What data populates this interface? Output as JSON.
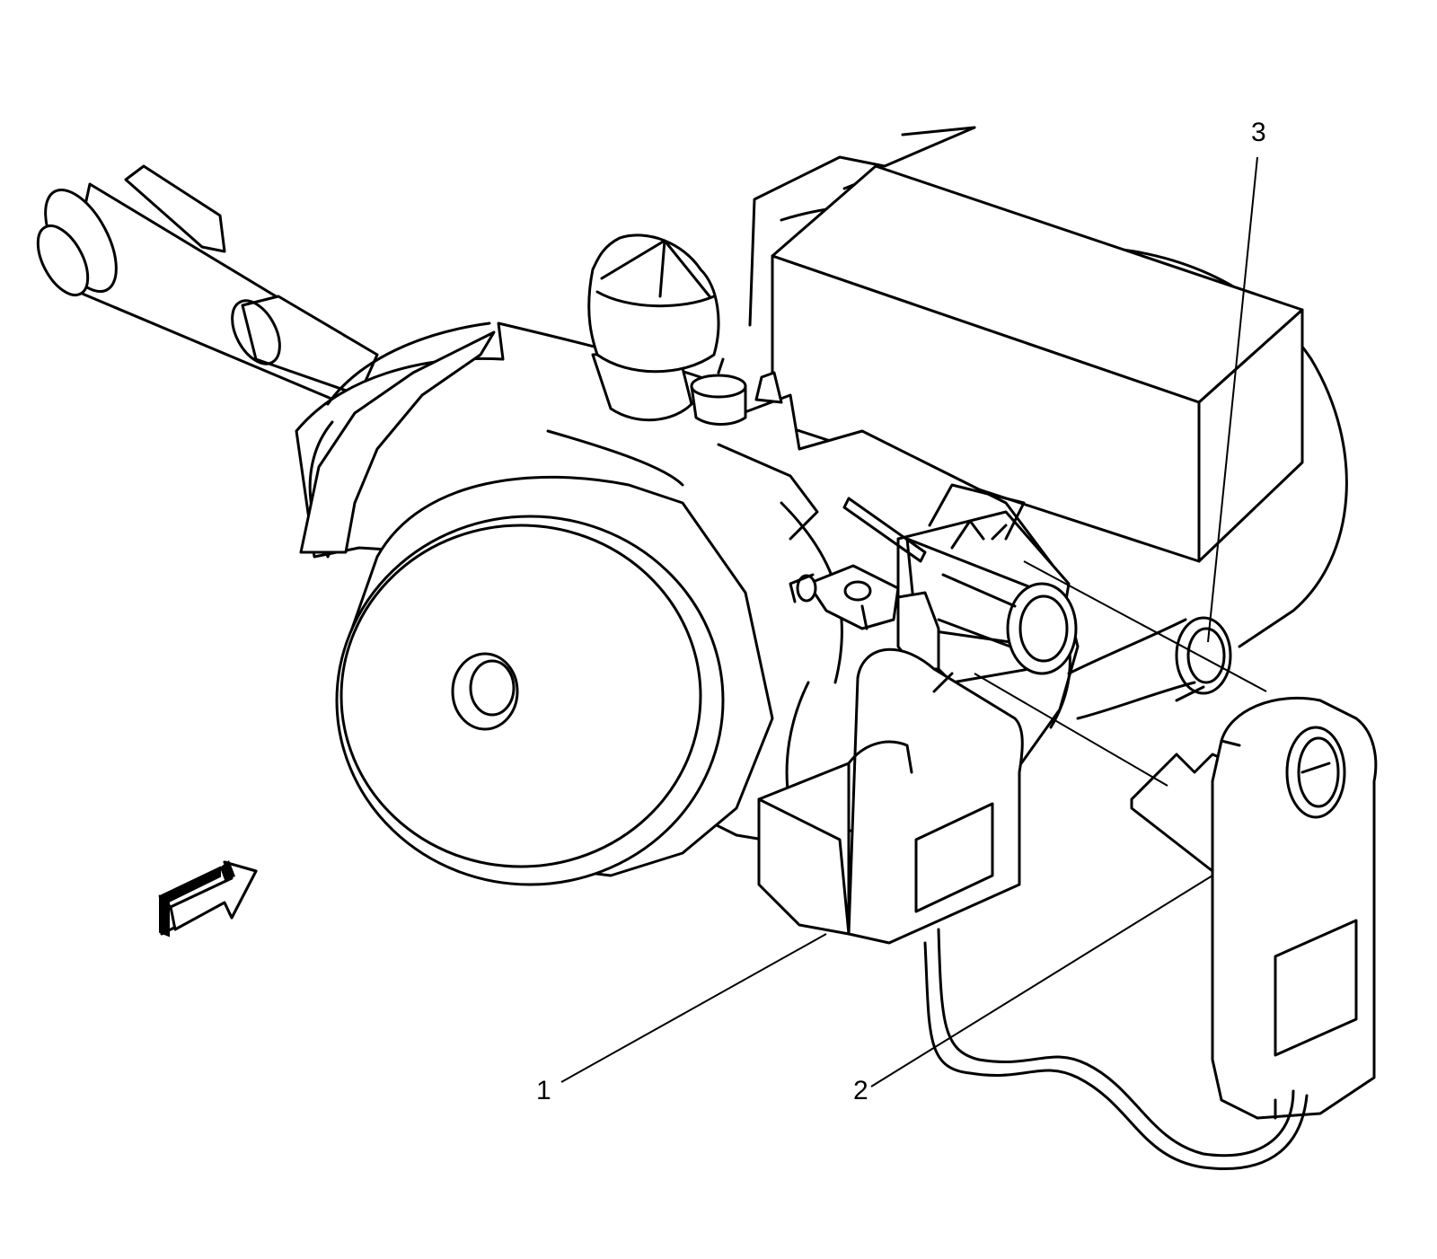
{
  "diagram": {
    "callouts": [
      {
        "id": "1",
        "label": "1"
      },
      {
        "id": "2",
        "label": "2"
      },
      {
        "id": "3",
        "label": "3"
      }
    ],
    "colors": {
      "stroke": "#000000",
      "background": "#ffffff"
    },
    "view_arrow_icon": "view-direction-arrow-icon"
  }
}
